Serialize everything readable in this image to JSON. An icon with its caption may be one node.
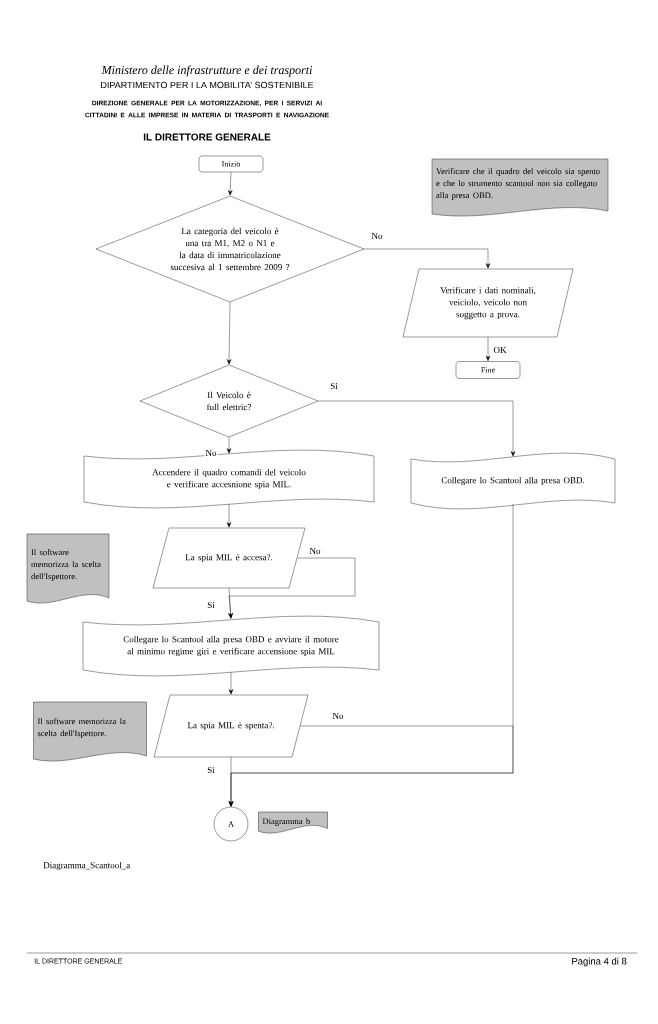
{
  "diagram": {
    "title": "IL DIRETTORE GENERALE",
    "nodes": [
      {
        "text": [
          "Inizio"
        ]
      },
      {
        "text": [
          "Verificare che il quadro del veicolo sia spento e che lo strumento scantool non sia collegato alla presa OBD."
        ]
      },
      {
        "text": [
          "La categoria del veicolo è una tra M1, M2 o N1 e la data di immatricolazione succesiva al 1 settembre 2009 ?"
        ]
      },
      {
        "text": [
          "Verificare i dati nominali, veiciolo, veicolo non soggetto a prova."
        ]
      },
      {
        "text": [
          "Fine"
        ]
      },
      {
        "text": [
          "Il Veicolo è full elettric?"
        ]
      },
      {
        "text": [
          "Accendere il quadro comandi del veicolo e verificare accesnione spia MIL."
        ]
      },
      {
        "text": [
          "Collegare lo Scantool alla presa OBD."
        ]
      },
      {
        "text": [
          "Il software memorizza la scelta dell'Ispettore."
        ]
      },
      {
        "text": [
          "La spia MIL è accesa?."
        ]
      },
      {
        "text": [
          "Collegare lo Scantool alla presa OBD e avviare il motore al minimo regime giri e verificare accensione spia MIL"
        ]
      },
      {
        "text": [
          "Il software memorizza la scelta dell'Ispettore."
        ]
      },
      {
        "text": [
          "La spia MIL è spenta?."
        ]
      },
      {
        "text": [
          "A"
        ]
      },
      {
        "text": [
          "Diagramma b"
        ]
      }
    ],
    "edges": [
      {
        "from": 0,
        "to": 2,
        "arrow": "to"
      },
      {
        "from": 2,
        "to": 3,
        "arrow": "to",
        "label": "No"
      },
      {
        "from": 3,
        "to": 4,
        "arrow": "to",
        "label": "OK"
      },
      {
        "from": 2,
        "to": 5,
        "arrow": "to"
      },
      {
        "from": 5,
        "to": 7,
        "arrow": "to",
        "label": "Si"
      },
      {
        "from": 5,
        "to": 6,
        "arrow": "to",
        "label": "No"
      },
      {
        "from": 6,
        "to": 9,
        "arrow": "to"
      },
      {
        "from": 9,
        "to": 10,
        "arrow": "to",
        "label": "No"
      },
      {
        "from": 9,
        "to": 10,
        "arrow": "to",
        "label": "Si"
      },
      {
        "from": 10,
        "to": 12,
        "arrow": "to"
      },
      {
        "from": 12,
        "to": 13,
        "arrow": "to",
        "label": "No"
      },
      {
        "from": 7,
        "to": 13,
        "arrow": "to"
      },
      {
        "from": 12,
        "to": 13,
        "arrow": "to",
        "label": "Si"
      }
    ],
    "labels": [
      "Ministero delle infrastrutture e dei trasporti",
      "DIPARTIMENTO PER I LA MOBILITA’ SOSTENIBILE",
      "DIREZIONE GENERALE PER LA MOTORIZZAZIONE, PER I SERVIZI AI CITTADINI E ALLE IMPRESE IN MATERIA DI TRASPORTI E NAVIGAZIONE",
      "Diagramma_Scantool_a",
      "IL DIRETTORE GENERALE",
      "Pagina 4 di 8"
    ]
  }
}
